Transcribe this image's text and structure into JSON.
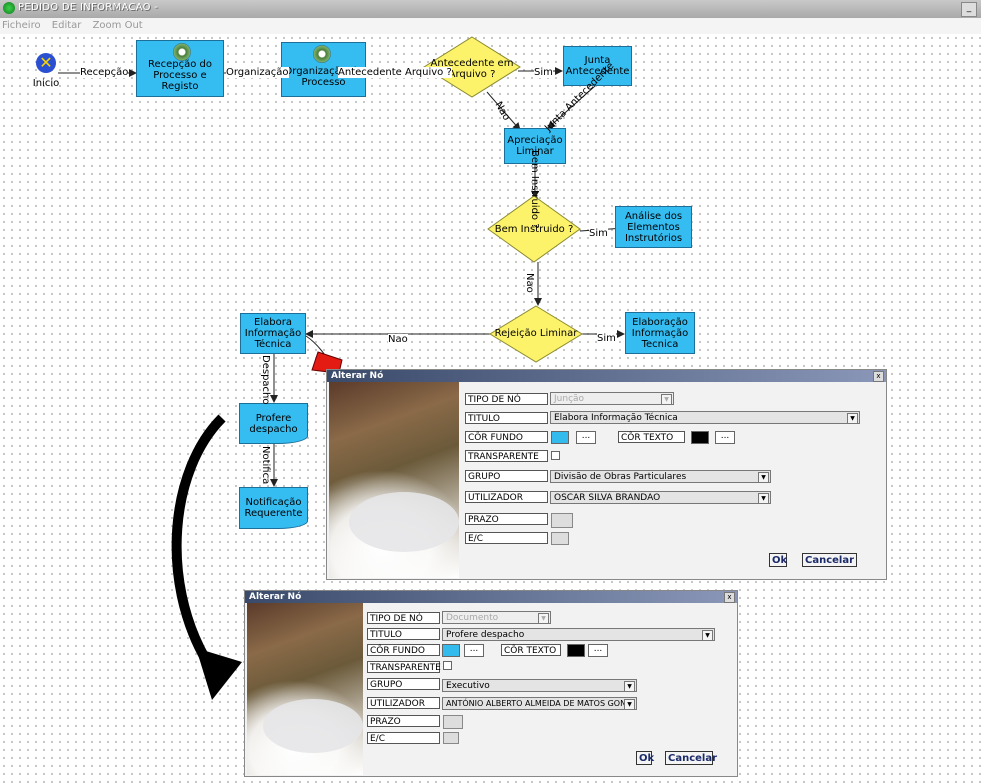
{
  "window": {
    "title": "PEDIDO DE INFORMACAO -",
    "minimize": "_"
  },
  "menu": {
    "items": [
      "Ficheiro",
      "Editar",
      "Zoom Out"
    ]
  },
  "nodes": {
    "inicio": "Inicio",
    "rececao": "Recepção do Processo e Registo",
    "organizacao": "Organização do Processo",
    "antecedente": "Antecedente em Arquivo ?",
    "junta": "Junta Antecedente",
    "apreciacao": "Apreciação Liminar",
    "bem_instruido": "Bem Instruido ?",
    "analise": "Análise dos Elementos Instrutórios",
    "rejeicao": "Rejeição Liminar",
    "elaboracao": "Elaboração Informação Tecnica",
    "elabora_info": "Elabora Informação Técnica",
    "profere": "Profere despacho",
    "notificacao": "Notificação Requerente"
  },
  "edges": {
    "rececao": "Recepção",
    "organizacao": "Organização",
    "antecedente_arquivo": "Antecedente Arquivo ?",
    "sim1": "Sim",
    "nao1": "Nao",
    "junta_antecedente": "Junta Antecedente",
    "bem_instruido_q": "Bem Instruido ?",
    "sim2": "Sim",
    "nao2": "Nao",
    "nao3": "Nao",
    "sim3": "Sim",
    "despacho": "Despacho",
    "notifica": "Notifica"
  },
  "dialog1": {
    "title": "Alterar Nó",
    "close": "x",
    "labels": {
      "tipo": "TIPO DE NÓ",
      "titulo": "TITULO",
      "cor_fundo": "CÔR FUNDO",
      "cor_texto": "CÔR TEXTO",
      "transparente": "TRANSPARENTE",
      "grupo": "GRUPO",
      "utilizador": "UTILIZADOR",
      "prazo": "PRAZO",
      "ec": "E/C"
    },
    "values": {
      "tipo": "Junção",
      "titulo": "Elabora Informação Técnica",
      "grupo": "Divisão de Obras Particulares",
      "utilizador": "OSCAR SILVA BRANDAO"
    },
    "dots": "...",
    "colors": {
      "fundo": "#33bbee",
      "texto": "#000000"
    },
    "ok": "Ok",
    "cancel": "Cancelar"
  },
  "dialog2": {
    "title": "Alterar Nó",
    "close": "x",
    "labels": {
      "tipo": "TIPO DE NÓ",
      "titulo": "TITULO",
      "cor_fundo": "CÔR FUNDO",
      "cor_texto": "CÔR TEXTO",
      "transparente": "TRANSPARENTE",
      "grupo": "GRUPO",
      "utilizador": "UTILIZADOR",
      "prazo": "PRAZO",
      "ec": "E/C"
    },
    "values": {
      "tipo": "Documento",
      "titulo": "Profere despacho",
      "grupo": "Executivo",
      "utilizador": "ANTÓNIO ALBERTO ALMEIDA DE MATOS GON"
    },
    "dots": "...",
    "colors": {
      "fundo": "#33bbee",
      "texto": "#000000"
    },
    "ok": "Ok",
    "cancel": "Cancelar"
  }
}
